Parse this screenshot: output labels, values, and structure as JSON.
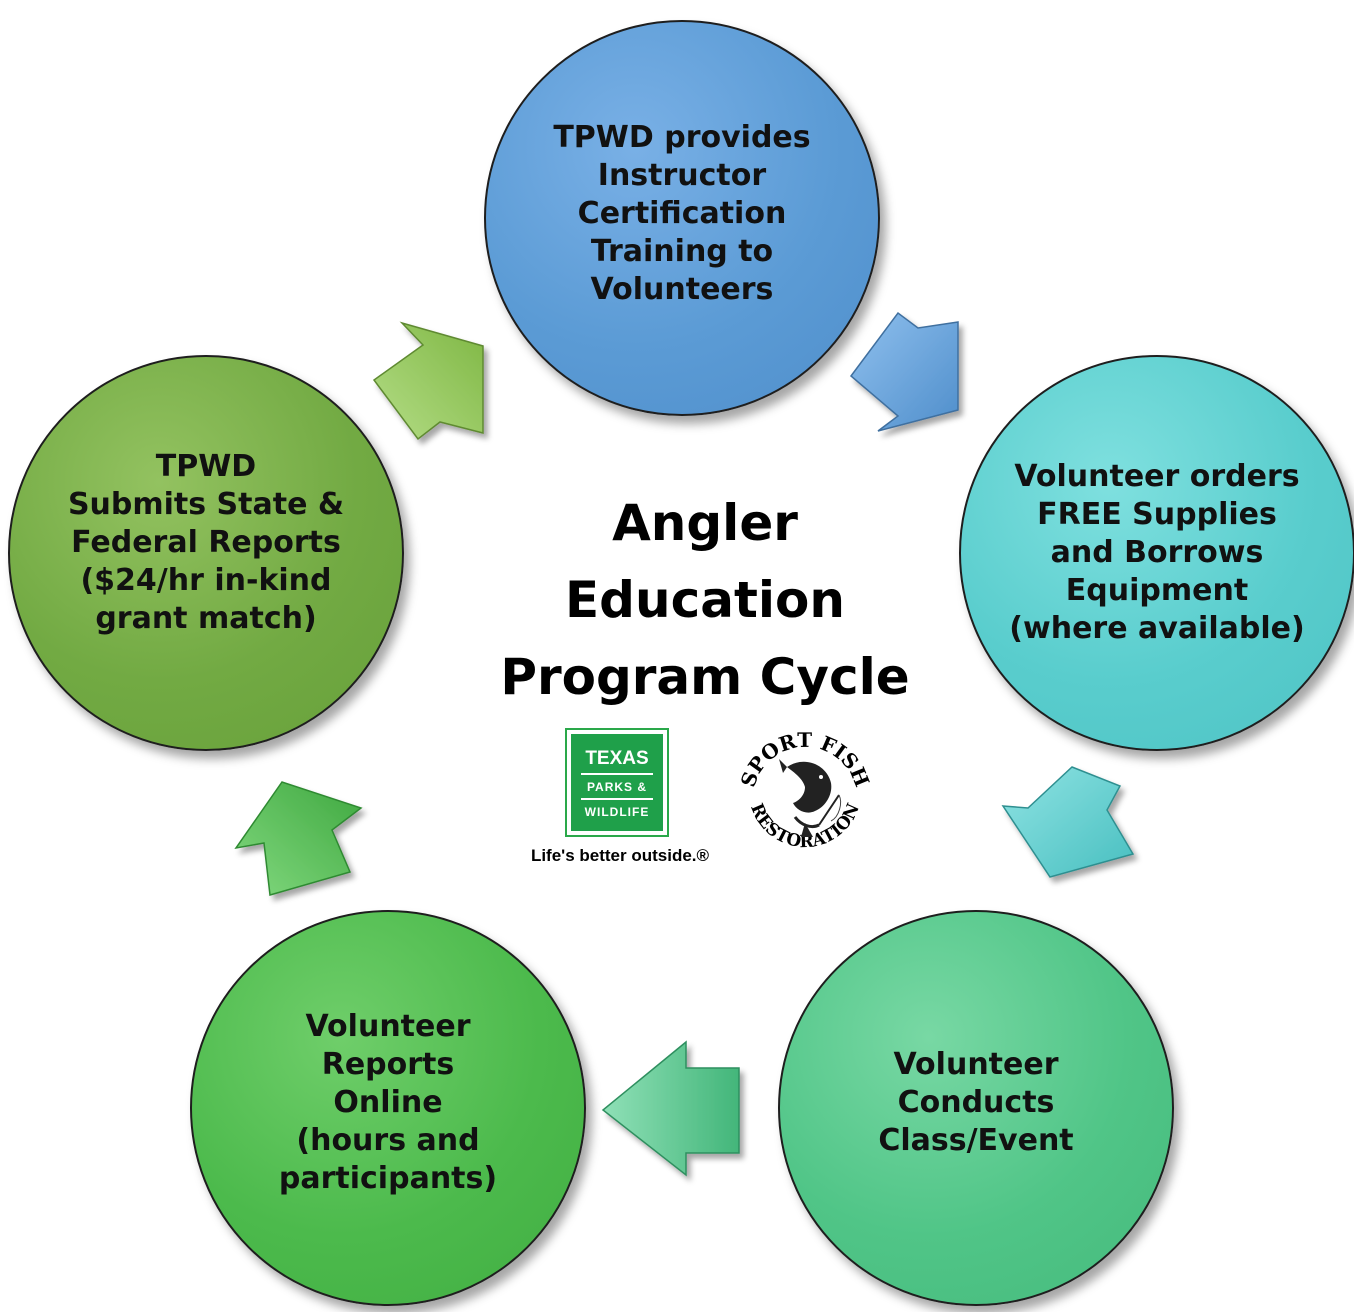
{
  "diagram": {
    "title": "Angler\nEducation\nProgram Cycle",
    "steps": [
      {
        "text": "TPWD provides\nInstructor\nCertification\nTraining to\nVolunteers",
        "color": "#5b9bd5"
      },
      {
        "text": "Volunteer orders\nFREE Supplies\nand Borrows\nEquipment\n(where available)",
        "color": "#59cdcd"
      },
      {
        "text": "Volunteer\nConducts\nClass/Event",
        "color": "#50c587"
      },
      {
        "text": "Volunteer\nReports\nOnline\n(hours and\nparticipants)",
        "color": "#4cba4c"
      },
      {
        "text": "TPWD\nSubmits State &\nFederal Reports\n($24/hr in-kind\ngrant match)",
        "color": "#72aa43"
      }
    ],
    "arrow_colors": [
      "#5b9bd5",
      "#59cdcd",
      "#50c587",
      "#4cba4c",
      "#8cc24a"
    ]
  },
  "logos": {
    "tpwd": {
      "line1": "TEXAS",
      "line2": "PARKS &",
      "line3": "WILDLIFE",
      "tagline": "Life's better outside.®",
      "color": "#1fa04a"
    },
    "sport_fish": {
      "top_text": "SPORT FISH",
      "bottom_text": "RESTORATION"
    }
  }
}
